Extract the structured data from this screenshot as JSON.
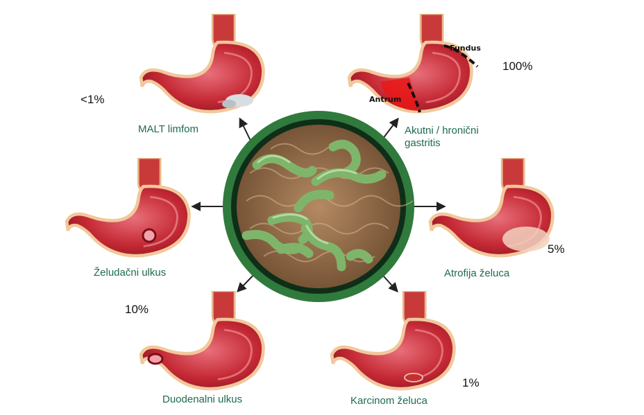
{
  "center": {
    "icon": "h-pylori-bacteria-icon"
  },
  "outcomes": [
    {
      "id": "malt",
      "label": "MALT limfom",
      "percent": "<1%",
      "icon": "stomach-icon"
    },
    {
      "id": "gastritis",
      "label_line1": "Akutni / hronični",
      "label_line2": "gastritis",
      "percent": "100%",
      "icon": "stomach-icon",
      "regions": {
        "fundus": "Fundus",
        "antrum": "Antrum"
      }
    },
    {
      "id": "ulcus",
      "label": "Želudačni ulkus",
      "percent": "10%",
      "icon": "stomach-icon"
    },
    {
      "id": "atrofija",
      "label": "Atrofija želuca",
      "percent": "5%",
      "icon": "stomach-icon"
    },
    {
      "id": "duodenal",
      "label": "Duodenalni ulkus",
      "icon": "stomach-icon"
    },
    {
      "id": "karcinom",
      "label": "Karcinom želuca",
      "percent": "1%",
      "icon": "stomach-icon"
    }
  ],
  "colors": {
    "label": "#1d6b4f",
    "stomach": "#c8252f",
    "ring": "#2f7a3c",
    "bacteria": "#7fb56a"
  }
}
